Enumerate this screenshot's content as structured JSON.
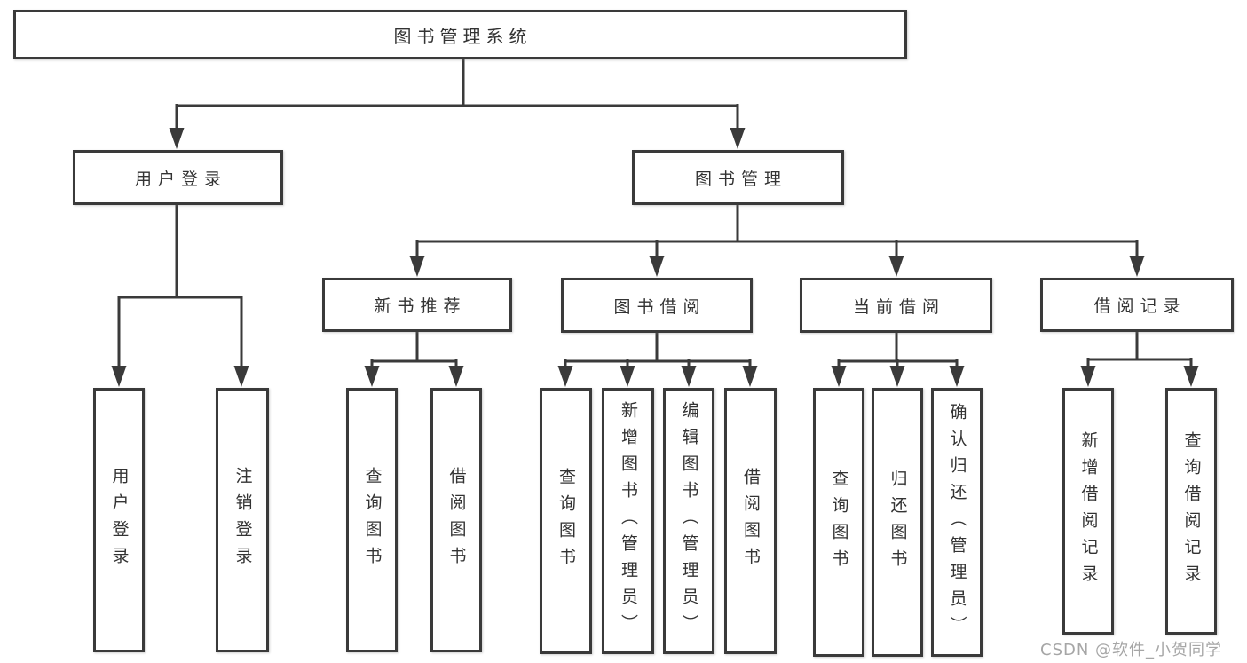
{
  "diagram": {
    "root": "图书管理系统",
    "level2": {
      "user_login": "用户登录",
      "book_mgmt": "图书管理"
    },
    "level3": {
      "new_books": "新书推荐",
      "book_borrow": "图书借阅",
      "current_borrow": "当前借阅",
      "borrow_records": "借阅记录"
    },
    "leaves": {
      "user_login": [
        "用户登录",
        "注销登录"
      ],
      "new_books": [
        "查询图书",
        "借阅图书"
      ],
      "book_borrow": [
        "查询图书",
        "新增图书（管理员）",
        "编辑图书（管理员）",
        "借阅图书"
      ],
      "current_borrow": [
        "查询图书",
        "归还图书",
        "确认归还（管理员）"
      ],
      "borrow_records": [
        "新增借阅记录",
        "查询借阅记录"
      ]
    }
  },
  "watermark": "CSDN @软件_小贺同学",
  "colors": {
    "line": "#3a3a3a",
    "text": "#333333",
    "background": "#ffffff",
    "watermark": "#a6a6a6"
  }
}
